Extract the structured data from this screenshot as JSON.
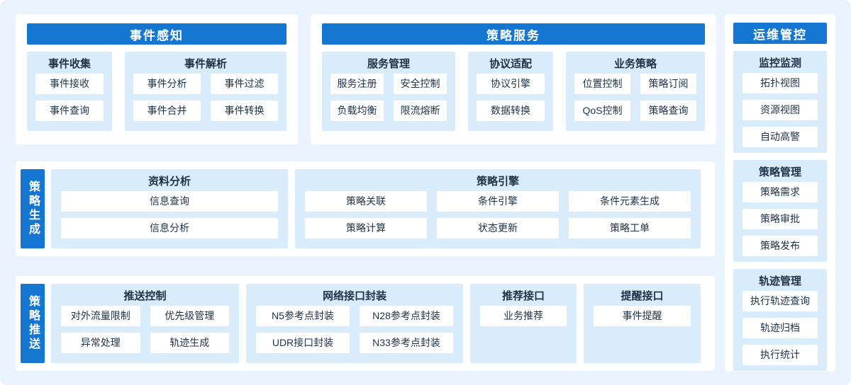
{
  "colors": {
    "page_background": "#e9f3fd",
    "panel_background": "#ffffff",
    "header_blue": "#1577d2",
    "group_box_blue": "#d9ecfb",
    "text_dark": "#1e3247",
    "header_text": "#ffffff"
  },
  "panels": {
    "event_perception": {
      "title": "事件感知",
      "groups": [
        {
          "title": "事件收集",
          "items": [
            "事件接收",
            "事件查询"
          ]
        },
        {
          "title": "事件解析",
          "items": [
            "事件分析",
            "事件过滤",
            "事件合并",
            "事件转换"
          ]
        }
      ]
    },
    "policy_service": {
      "title": "策略服务",
      "groups": [
        {
          "title": "服务管理",
          "items": [
            "服务注册",
            "安全控制",
            "负载均衡",
            "限流熔断"
          ]
        },
        {
          "title": "协议适配",
          "items": [
            "协议引擎",
            "数据转换"
          ]
        },
        {
          "title": "业务策略",
          "items": [
            "位置控制",
            "策略订阅",
            "QoS控制",
            "策略查询"
          ]
        }
      ]
    },
    "ops_control": {
      "title": "运维管控",
      "groups": [
        {
          "title": "监控监测",
          "items": [
            "拓扑视图",
            "资源视图",
            "自动高警"
          ]
        },
        {
          "title": "策略管理",
          "items": [
            "策略需求",
            "策略审批",
            "策略发布"
          ]
        },
        {
          "title": "轨迹管理",
          "items": [
            "执行轨迹查询",
            "轨迹归档",
            "执行统计"
          ]
        }
      ]
    },
    "policy_generation": {
      "side_label": "策略生成",
      "groups": [
        {
          "title": "资料分析",
          "items": [
            "信息查询",
            "信息分析"
          ]
        },
        {
          "title": "策略引擎",
          "items": [
            "策略关联",
            "条件引擎",
            "条件元素生成",
            "策略计算",
            "状态更新",
            "策略工单"
          ]
        }
      ]
    },
    "policy_push": {
      "side_label": "策略推送",
      "groups": [
        {
          "title": "推送控制",
          "items": [
            "对外流量限制",
            "优先级管理",
            "异常处理",
            "轨迹生成"
          ]
        },
        {
          "title": "网络接口封装",
          "items": [
            "N5参考点封装",
            "N28参考点封装",
            "UDR接口封装",
            "N33参考点封装"
          ]
        },
        {
          "title": "推荐接口",
          "items": [
            "业务推荐"
          ]
        },
        {
          "title": "提醒接口",
          "items": [
            "事件提醒"
          ]
        }
      ]
    }
  }
}
